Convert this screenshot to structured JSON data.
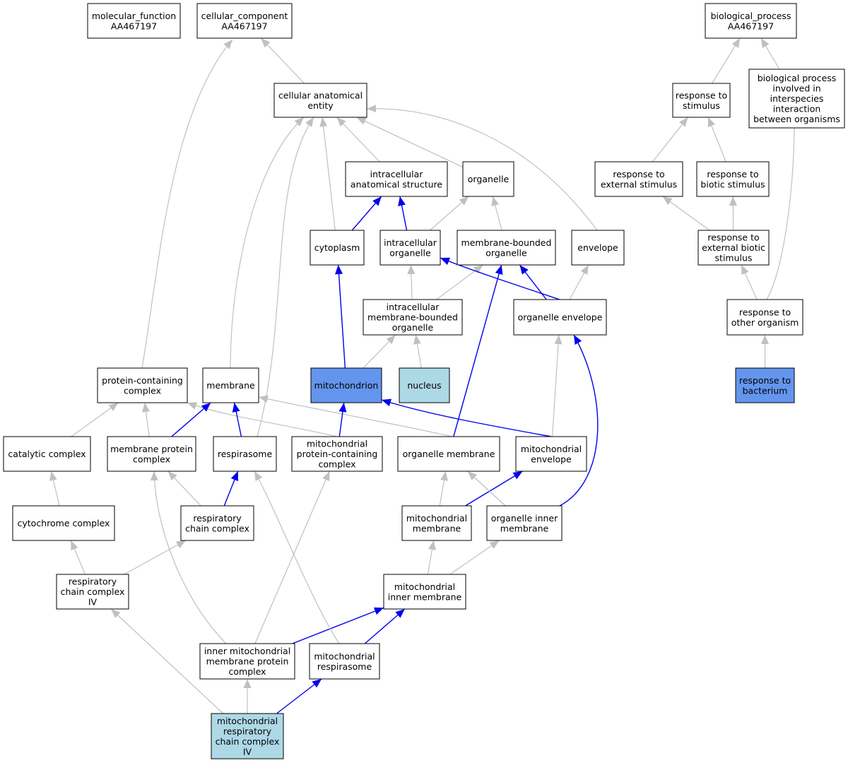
{
  "colors": {
    "node_default": "#ffffff",
    "node_highlight_dark": "#6495ed",
    "node_highlight_light": "#add8e6",
    "edge_is_a": "#c0c0c0",
    "edge_part_of": "#0000ee"
  },
  "nodes": [
    {
      "id": "mf",
      "lines": [
        "molecular_function",
        "AA467197"
      ],
      "fill": "default"
    },
    {
      "id": "cc",
      "lines": [
        "cellular_component",
        "AA467197"
      ],
      "fill": "default"
    },
    {
      "id": "bp",
      "lines": [
        "biological_process",
        "AA467197"
      ],
      "fill": "default"
    },
    {
      "id": "cae",
      "lines": [
        "cellular anatomical",
        "entity"
      ],
      "fill": "default"
    },
    {
      "id": "rs",
      "lines": [
        "response to",
        "stimulus"
      ],
      "fill": "default"
    },
    {
      "id": "bpii",
      "lines": [
        "biological process",
        "involved in",
        "interspecies",
        "interaction",
        "between organisms"
      ],
      "fill": "default"
    },
    {
      "id": "ias",
      "lines": [
        "intracellular",
        "anatomical structure"
      ],
      "fill": "default"
    },
    {
      "id": "org",
      "lines": [
        "organelle"
      ],
      "fill": "default"
    },
    {
      "id": "res",
      "lines": [
        "response to",
        "external stimulus"
      ],
      "fill": "default"
    },
    {
      "id": "rbs",
      "lines": [
        "response to",
        "biotic stimulus"
      ],
      "fill": "default"
    },
    {
      "id": "cyt",
      "lines": [
        "cytoplasm"
      ],
      "fill": "default"
    },
    {
      "id": "io",
      "lines": [
        "intracellular",
        "organelle"
      ],
      "fill": "default"
    },
    {
      "id": "mbo",
      "lines": [
        "membrane-bounded",
        "organelle"
      ],
      "fill": "default"
    },
    {
      "id": "env",
      "lines": [
        "envelope"
      ],
      "fill": "default"
    },
    {
      "id": "rebs",
      "lines": [
        "response to",
        "external biotic",
        "stimulus"
      ],
      "fill": "default"
    },
    {
      "id": "imbo",
      "lines": [
        "intracellular",
        "membrane-bounded",
        "organelle"
      ],
      "fill": "default"
    },
    {
      "id": "oe",
      "lines": [
        "organelle envelope"
      ],
      "fill": "default"
    },
    {
      "id": "roo",
      "lines": [
        "response to",
        "other organism"
      ],
      "fill": "default"
    },
    {
      "id": "pcc",
      "lines": [
        "protein-containing",
        "complex"
      ],
      "fill": "default"
    },
    {
      "id": "mem",
      "lines": [
        "membrane"
      ],
      "fill": "default"
    },
    {
      "id": "mito",
      "lines": [
        "mitochondrion"
      ],
      "fill": "dark"
    },
    {
      "id": "nuc",
      "lines": [
        "nucleus"
      ],
      "fill": "light"
    },
    {
      "id": "rbac",
      "lines": [
        "response to",
        "bacterium"
      ],
      "fill": "dark"
    },
    {
      "id": "cat",
      "lines": [
        "catalytic complex"
      ],
      "fill": "default"
    },
    {
      "id": "mpc",
      "lines": [
        "membrane protein",
        "complex"
      ],
      "fill": "default"
    },
    {
      "id": "resp",
      "lines": [
        "respirasome"
      ],
      "fill": "default"
    },
    {
      "id": "mpcc",
      "lines": [
        "mitochondrial",
        "protein-containing",
        "complex"
      ],
      "fill": "default"
    },
    {
      "id": "om",
      "lines": [
        "organelle membrane"
      ],
      "fill": "default"
    },
    {
      "id": "me",
      "lines": [
        "mitochondrial",
        "envelope"
      ],
      "fill": "default"
    },
    {
      "id": "cytc",
      "lines": [
        "cytochrome complex"
      ],
      "fill": "default"
    },
    {
      "id": "rcc",
      "lines": [
        "respiratory",
        "chain complex"
      ],
      "fill": "default"
    },
    {
      "id": "mm",
      "lines": [
        "mitochondrial",
        "membrane"
      ],
      "fill": "default"
    },
    {
      "id": "oim",
      "lines": [
        "organelle inner",
        "membrane"
      ],
      "fill": "default"
    },
    {
      "id": "rcc4",
      "lines": [
        "respiratory",
        "chain complex",
        "IV"
      ],
      "fill": "default"
    },
    {
      "id": "mim",
      "lines": [
        "mitochondrial",
        "inner membrane"
      ],
      "fill": "default"
    },
    {
      "id": "immpc",
      "lines": [
        "inner mitochondrial",
        "membrane protein",
        "complex"
      ],
      "fill": "default"
    },
    {
      "id": "mresp",
      "lines": [
        "mitochondrial",
        "respirasome"
      ],
      "fill": "default"
    },
    {
      "id": "mrcc4",
      "lines": [
        "mitochondrial",
        "respiratory",
        "chain complex",
        "IV"
      ],
      "fill": "light"
    }
  ],
  "edges": [
    {
      "from": "cae",
      "to": "cc",
      "type": "is_a"
    },
    {
      "from": "pcc",
      "to": "cc",
      "type": "is_a"
    },
    {
      "from": "rs",
      "to": "bp",
      "type": "is_a"
    },
    {
      "from": "bpii",
      "to": "bp",
      "type": "is_a"
    },
    {
      "from": "ias",
      "to": "cae",
      "type": "is_a"
    },
    {
      "from": "org",
      "to": "cae",
      "type": "is_a"
    },
    {
      "from": "env",
      "to": "cae",
      "type": "is_a"
    },
    {
      "from": "cyt",
      "to": "cae",
      "type": "is_a"
    },
    {
      "from": "mem",
      "to": "cae",
      "type": "is_a"
    },
    {
      "from": "resp",
      "to": "cae",
      "type": "is_a"
    },
    {
      "from": "res",
      "to": "rs",
      "type": "is_a"
    },
    {
      "from": "rbs",
      "to": "rs",
      "type": "is_a"
    },
    {
      "from": "rebs",
      "to": "res",
      "type": "is_a"
    },
    {
      "from": "rebs",
      "to": "rbs",
      "type": "is_a"
    },
    {
      "from": "roo",
      "to": "rebs",
      "type": "is_a"
    },
    {
      "from": "roo",
      "to": "bpii",
      "type": "is_a"
    },
    {
      "from": "rbac",
      "to": "roo",
      "type": "is_a"
    },
    {
      "from": "cyt",
      "to": "ias",
      "type": "part_of"
    },
    {
      "from": "io",
      "to": "ias",
      "type": "part_of"
    },
    {
      "from": "io",
      "to": "org",
      "type": "is_a"
    },
    {
      "from": "mbo",
      "to": "org",
      "type": "is_a"
    },
    {
      "from": "imbo",
      "to": "io",
      "type": "is_a"
    },
    {
      "from": "imbo",
      "to": "mbo",
      "type": "is_a"
    },
    {
      "from": "oe",
      "to": "io",
      "type": "part_of"
    },
    {
      "from": "oe",
      "to": "mbo",
      "type": "part_of"
    },
    {
      "from": "oe",
      "to": "env",
      "type": "is_a"
    },
    {
      "from": "mito",
      "to": "imbo",
      "type": "is_a"
    },
    {
      "from": "nuc",
      "to": "imbo",
      "type": "is_a"
    },
    {
      "from": "mito",
      "to": "cyt",
      "type": "part_of"
    },
    {
      "from": "cat",
      "to": "pcc",
      "type": "is_a"
    },
    {
      "from": "mpc",
      "to": "pcc",
      "type": "is_a"
    },
    {
      "from": "mpcc",
      "to": "pcc",
      "type": "is_a"
    },
    {
      "from": "mpc",
      "to": "mem",
      "type": "part_of"
    },
    {
      "from": "resp",
      "to": "mem",
      "type": "part_of"
    },
    {
      "from": "om",
      "to": "mem",
      "type": "is_a"
    },
    {
      "from": "mpcc",
      "to": "mito",
      "type": "part_of"
    },
    {
      "from": "me",
      "to": "mito",
      "type": "part_of"
    },
    {
      "from": "om",
      "to": "mbo",
      "type": "part_of"
    },
    {
      "from": "me",
      "to": "oe",
      "type": "is_a"
    },
    {
      "from": "oim",
      "to": "oe",
      "type": "part_of"
    },
    {
      "from": "cytc",
      "to": "cat",
      "type": "is_a"
    },
    {
      "from": "rcc",
      "to": "resp",
      "type": "part_of"
    },
    {
      "from": "rcc",
      "to": "mpc",
      "type": "is_a"
    },
    {
      "from": "mm",
      "to": "om",
      "type": "is_a"
    },
    {
      "from": "mm",
      "to": "me",
      "type": "part_of"
    },
    {
      "from": "oim",
      "to": "om",
      "type": "is_a"
    },
    {
      "from": "rcc4",
      "to": "cytc",
      "type": "is_a"
    },
    {
      "from": "rcc4",
      "to": "rcc",
      "type": "is_a"
    },
    {
      "from": "mim",
      "to": "mm",
      "type": "is_a"
    },
    {
      "from": "mim",
      "to": "oim",
      "type": "is_a"
    },
    {
      "from": "immpc",
      "to": "mim",
      "type": "part_of"
    },
    {
      "from": "immpc",
      "to": "mpc",
      "type": "is_a"
    },
    {
      "from": "immpc",
      "to": "mpcc",
      "type": "is_a"
    },
    {
      "from": "mresp",
      "to": "mim",
      "type": "part_of"
    },
    {
      "from": "mresp",
      "to": "resp",
      "type": "is_a"
    },
    {
      "from": "mrcc4",
      "to": "rcc4",
      "type": "is_a"
    },
    {
      "from": "mrcc4",
      "to": "immpc",
      "type": "is_a"
    },
    {
      "from": "mrcc4",
      "to": "mresp",
      "type": "part_of"
    }
  ]
}
